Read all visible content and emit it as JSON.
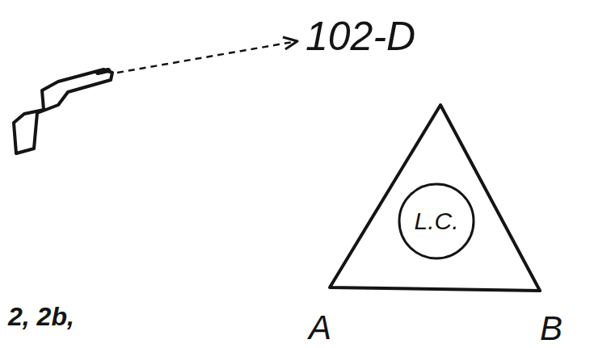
{
  "diagram": {
    "nodes": [
      {
        "text": [
          "L.C."
        ]
      }
    ],
    "labels": [
      "102-D",
      "A",
      "B",
      "2, 2b,"
    ]
  }
}
